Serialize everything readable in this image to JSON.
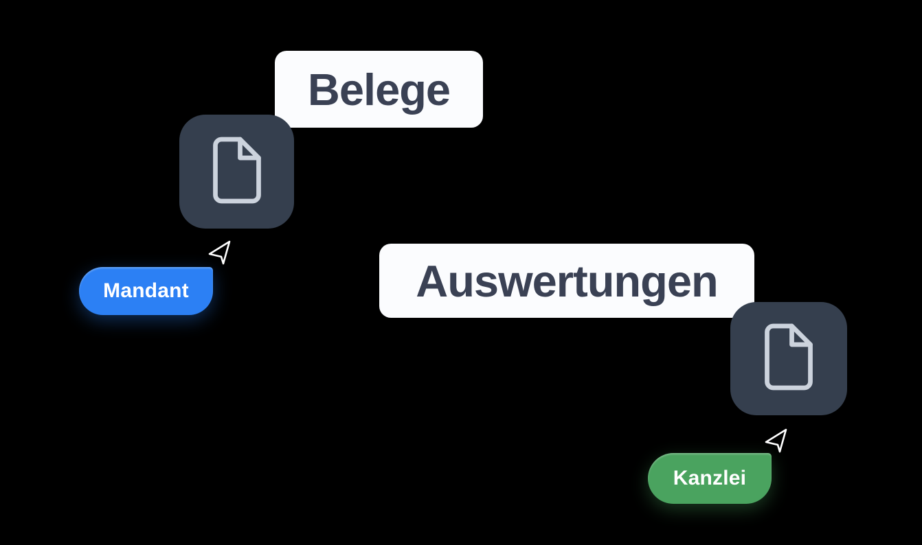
{
  "scene": {
    "description": "Collaboration illustration with document tiles and user cursors",
    "background_color": "#000000",
    "cards": [
      {
        "label": "Belege"
      },
      {
        "label": "Auswertungen"
      }
    ],
    "tiles": [
      {
        "icon": "file-icon"
      },
      {
        "icon": "file-icon"
      }
    ],
    "badges": [
      {
        "label": "Mandant",
        "color": "#2c80f4"
      },
      {
        "label": "Kanzlei",
        "color": "#4aa35f"
      }
    ],
    "cursors": [
      {
        "icon": "cursor-arrow-icon",
        "color": "#ffffff"
      },
      {
        "icon": "cursor-arrow-icon",
        "color": "#ffffff"
      }
    ],
    "colors": {
      "tile_background": "#353f4e",
      "card_background": "#fbfcfe",
      "card_text": "#3a4154",
      "file_icon_stroke": "#ccd3dd"
    }
  }
}
